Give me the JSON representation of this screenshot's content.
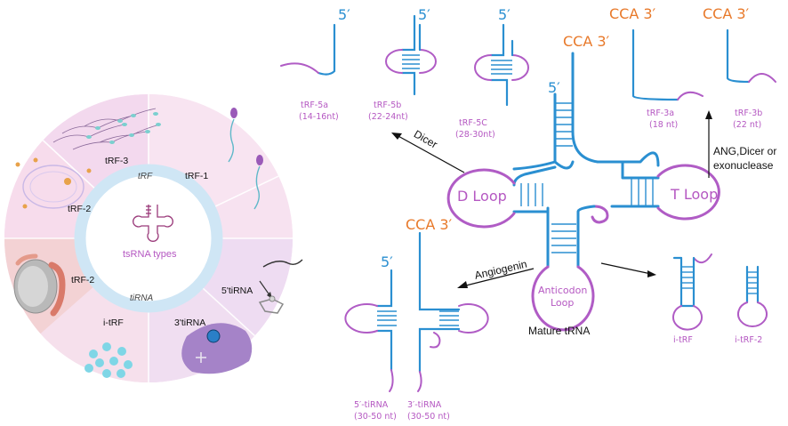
{
  "wheel": {
    "center_label": "tsRNA types",
    "ring_trf": "tRF",
    "ring_tirna": "tiRNA",
    "segments": {
      "trf1": "tRF-1",
      "trf3": "tRF-3",
      "trf2_top": "tRF-2",
      "trf2_bottom": "tRF-2",
      "itrf": "i-tRF",
      "tirna5": "5'tiRNA",
      "tirna3": "3'tiRNA"
    }
  },
  "labels": {
    "prime5": "5′",
    "cca3": "CCA 3′",
    "d_loop": "D Loop",
    "t_loop": "T Loop",
    "anticodon_line1": "Anticodon",
    "anticodon_line2": "Loop",
    "mature_trna": "Mature tRNA",
    "dicer": "Dicer",
    "angiogenin": "Angiogenin",
    "ang_line1": "ANG,Dicer or",
    "ang_line2": "exonuclease"
  },
  "fragments": {
    "trf5a": {
      "name": "tRF-5a",
      "size": "(14-16nt)"
    },
    "trf5b": {
      "name": "tRF-5b",
      "size": "(22-24nt)"
    },
    "trf5c": {
      "name": "tRF-5C",
      "size": "(28-30nt)"
    },
    "trf3a": {
      "name": "tRF-3a",
      "size": "(18 nt)"
    },
    "trf3b": {
      "name": "tRF-3b",
      "size": "(22 nt)"
    },
    "tirna5": {
      "name": "5′-tiRNA",
      "size": "(30-50 nt)"
    },
    "tirna3": {
      "name": "3′-tiRNA",
      "size": "(30-50 nt)"
    },
    "itrf": {
      "name": "i-tRF"
    },
    "itrf2": {
      "name": "i-tRF-2"
    }
  },
  "colors": {
    "strand_blue": "#2a8fd1",
    "loop_purple": "#b05cc5",
    "cca_orange": "#e8792a",
    "ring_blue": "#cfe6f5"
  }
}
